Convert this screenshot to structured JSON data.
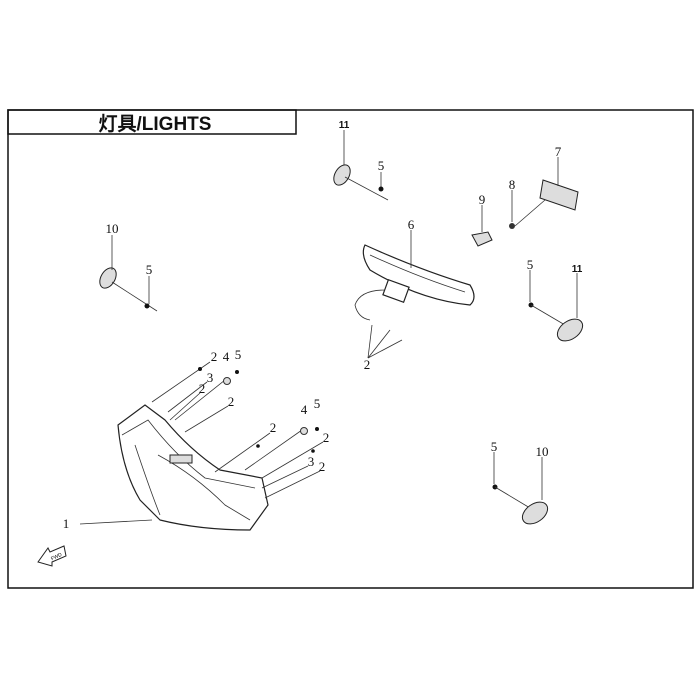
{
  "title": "灯具/LIGHTS",
  "callouts": [
    "11",
    "5",
    "10",
    "5",
    "6",
    "9",
    "8",
    "7",
    "5",
    "11",
    "2",
    "2",
    "4",
    "5",
    "3",
    "2",
    "2",
    "4",
    "5",
    "2",
    "2",
    "3",
    "2",
    "1",
    "5",
    "10"
  ],
  "fwd_label": "FWD"
}
